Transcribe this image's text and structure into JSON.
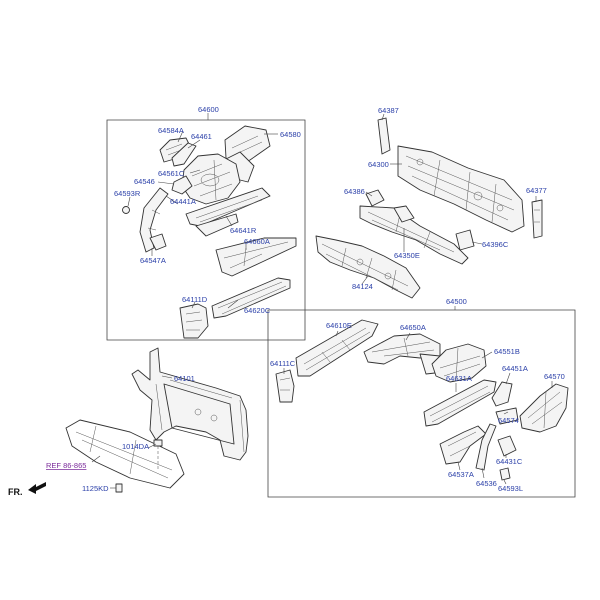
{
  "callouts": {
    "p64600": "64600",
    "p64584A": "64584A",
    "p64461": "64461",
    "p64580": "64580",
    "p64561C": "64561C",
    "p64546": "64546",
    "p64593R": "64593R",
    "p64441A": "64441A",
    "p64641R": "64641R",
    "p64660A": "64660A",
    "p64547A": "64547A",
    "p64111D": "64111D",
    "p64620C": "64620C",
    "p64387": "64387",
    "p64300": "64300",
    "p64386": "64386",
    "p64377": "64377",
    "p64350E": "64350E",
    "p64396C": "64396C",
    "p84124": "84124",
    "p64500": "64500",
    "p64610E": "64610E",
    "p64650A": "64650A",
    "p64111C": "64111C",
    "p64551B": "64551B",
    "p64101": "64101",
    "p64631A": "64631A",
    "p64451A": "64451A",
    "p64570": "64570",
    "p64574": "64574",
    "p1014DA": "1014DA",
    "p64431C": "64431C",
    "p64537A": "64537A",
    "p64536": "64536",
    "p64593L": "64593L",
    "p1125KD": "1125KD"
  },
  "reference": "REF 86-865",
  "direction": "FR.",
  "colors": {
    "callout": "#2a3fa8",
    "reference": "#7a2a9a",
    "line": "#333333"
  }
}
